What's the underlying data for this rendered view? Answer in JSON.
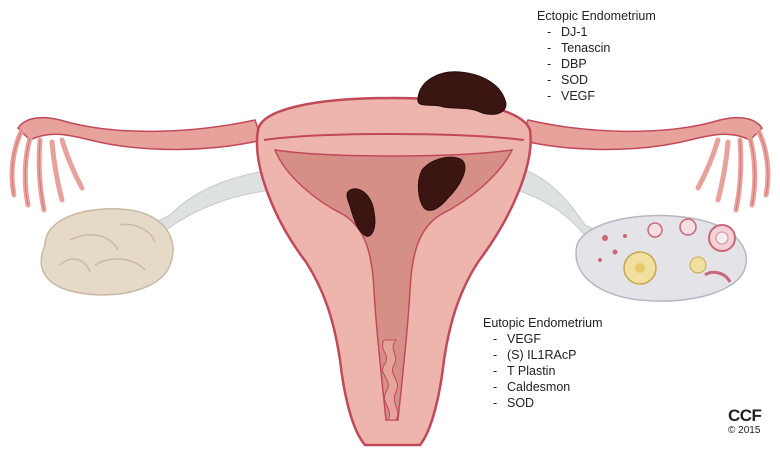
{
  "ectopic": {
    "heading": "Ectopic Endometrium",
    "items": [
      "DJ-1",
      "Tenascin",
      "DBP",
      "SOD",
      "VEGF"
    ]
  },
  "eutopic": {
    "heading": "Eutopic Endometrium",
    "items": [
      "VEGF",
      "(S) IL1RAcP",
      "T Plastin",
      "Caldesmon",
      "SOD"
    ]
  },
  "credit": {
    "brand": "CCF",
    "copyright": "© 2015"
  },
  "colors": {
    "uterus_fill": "#eeb5ad",
    "uterus_outline": "#c14a5a",
    "cavity_fill": "#d58f87",
    "lesion_fill": "#3a1512",
    "ovary_left_fill": "#e5d9c8",
    "ligament_fill": "#dde1e2",
    "tube_fill": "#e8a29c",
    "cyst_fill": "#f0dfa0"
  },
  "icons": [
    "uterus-illustration",
    "ovary-left-illustration",
    "ovary-right-illustration",
    "endometriosis-lesion"
  ]
}
